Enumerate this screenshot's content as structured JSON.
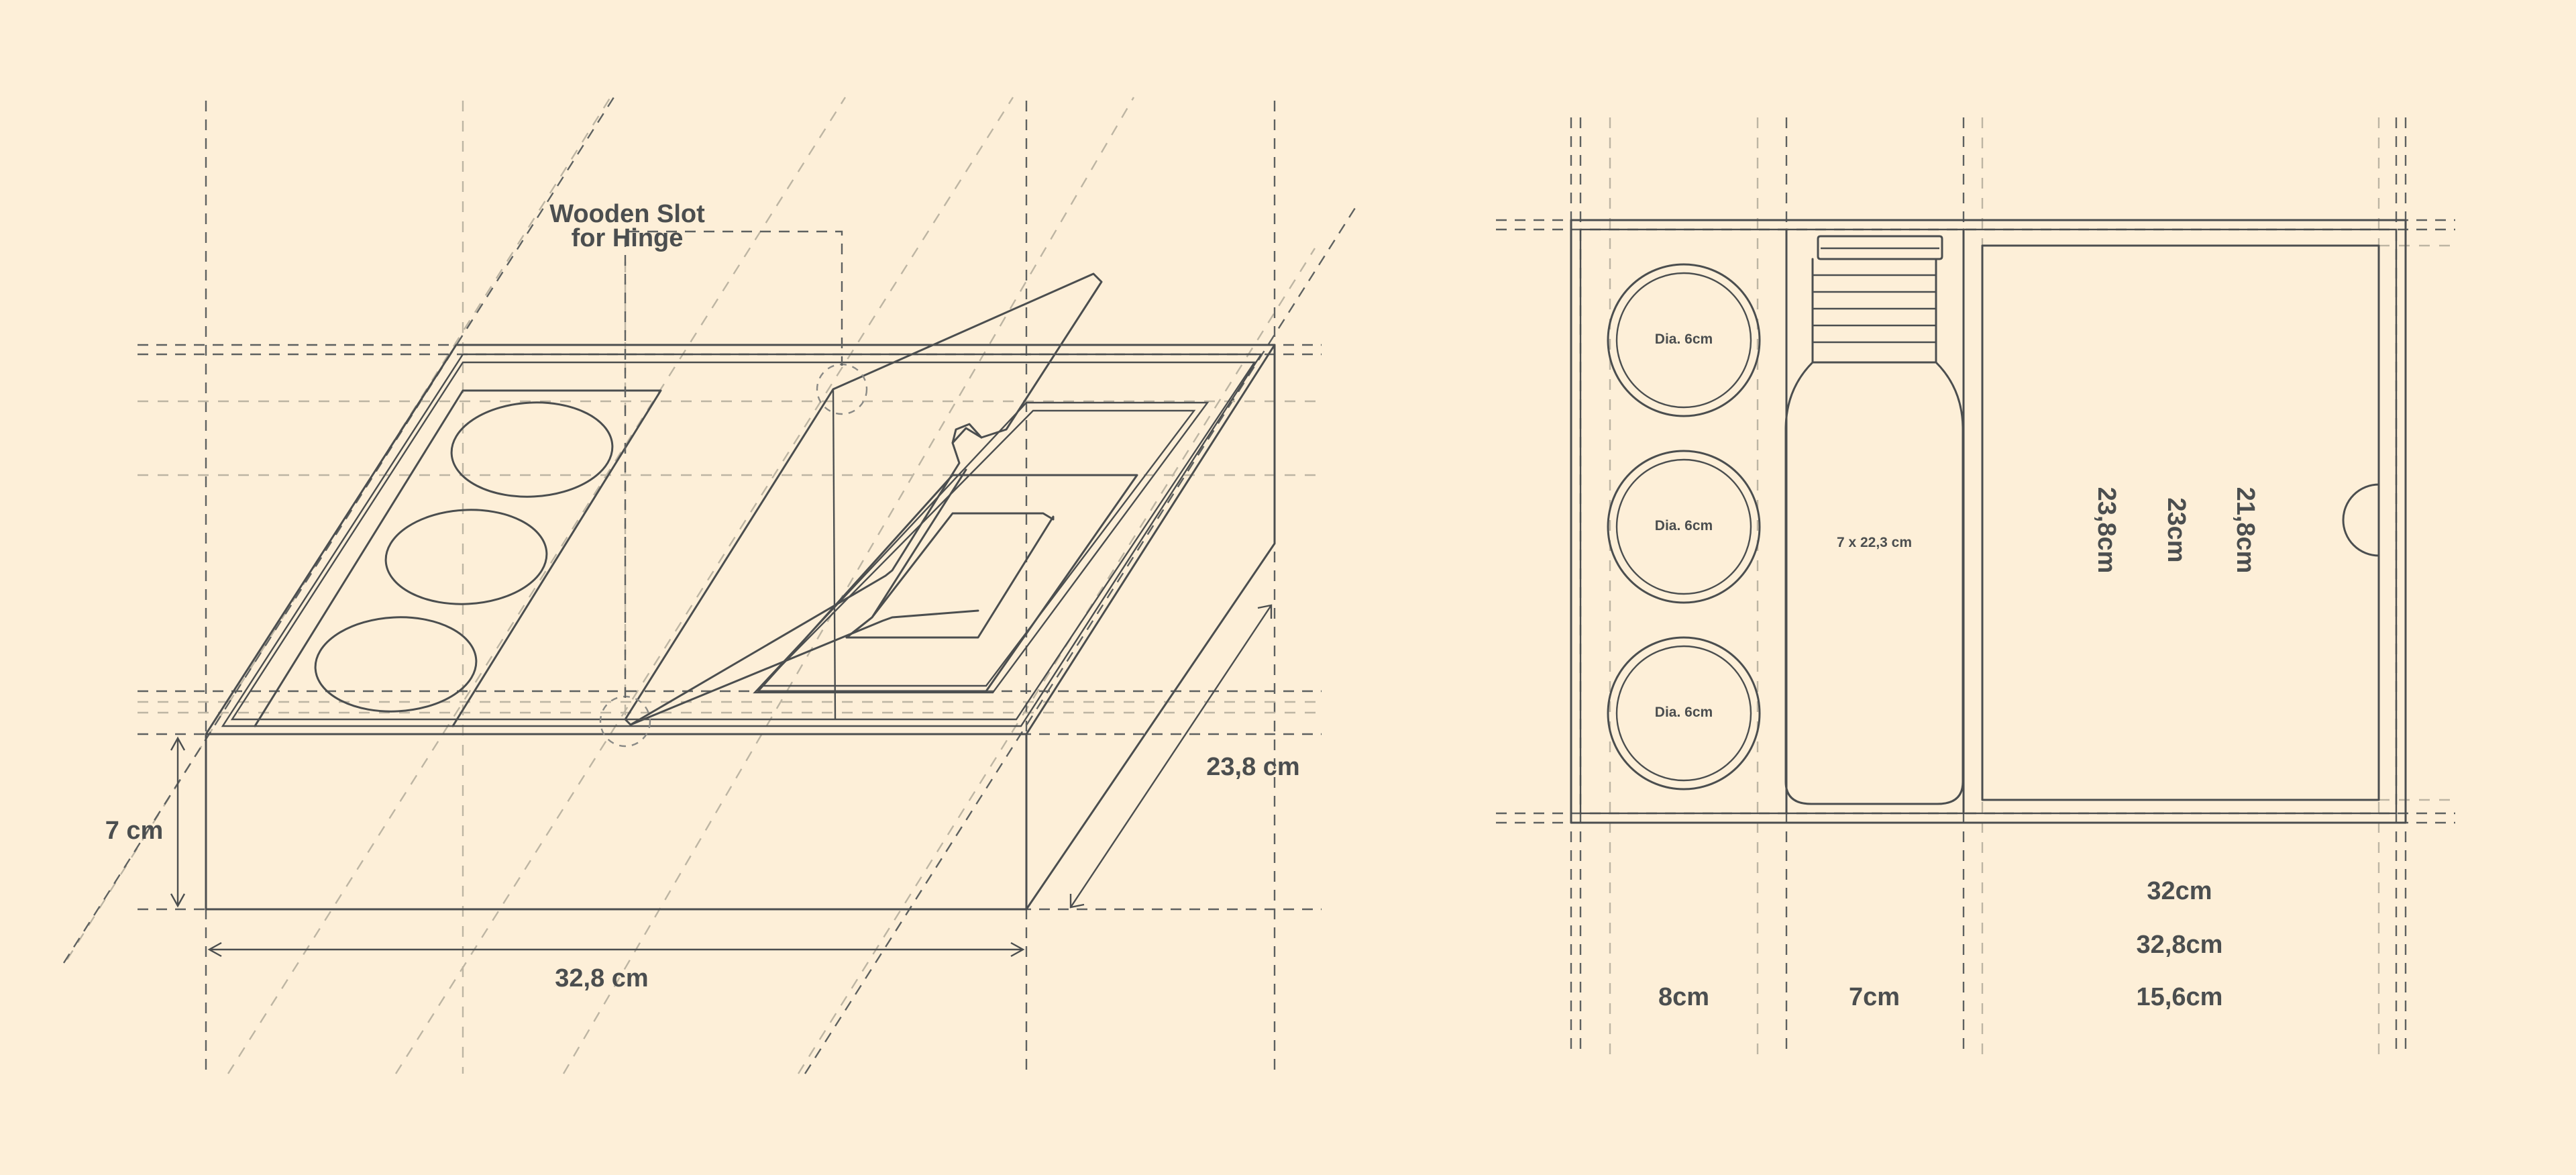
{
  "colors": {
    "background": "#FDEFD8",
    "line": "#4B4E4F",
    "guide_dark": "#5E6160",
    "guide_light": "#BDB5A3"
  },
  "isometric": {
    "annotation_line1": "Wooden Slot",
    "annotation_line2": "for Hinge",
    "height_label": "7 cm",
    "width_label": "32,8 cm",
    "depth_label": "23,8 cm"
  },
  "top_view": {
    "cup_labels": [
      "Dia. 6cm",
      "Dia. 6cm",
      "Dia. 6cm"
    ],
    "bottle_label": "7 x 22,3 cm",
    "vertical_labels": [
      "23,8cm",
      "23cm",
      "21,8cm"
    ],
    "bottom_labels": {
      "col1": "8cm",
      "col2": "7cm",
      "col3_a": "32cm",
      "col3_b": "32,8cm",
      "col3_c": "15,6cm"
    }
  }
}
